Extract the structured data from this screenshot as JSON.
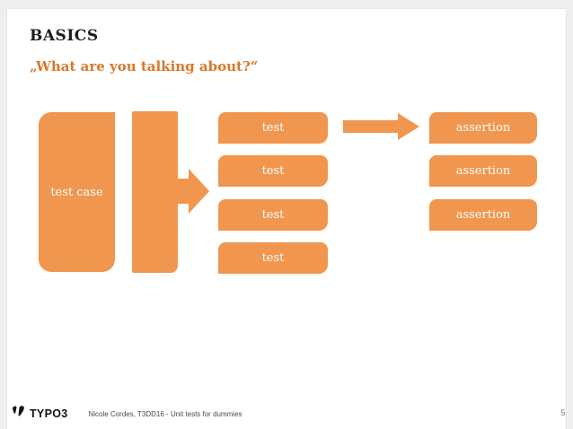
{
  "slide": {
    "title": "BASICS",
    "subtitle": "„What are you talking about?“",
    "page_number": "5"
  },
  "diagram": {
    "test_case_label": "test case",
    "test_labels": [
      "test",
      "test",
      "test",
      "test"
    ],
    "assertion_labels": [
      "assertion",
      "assertion",
      "assertion"
    ]
  },
  "footer": {
    "logo_text": "TYPO3",
    "credit": "Nicole Cordes, T3DD16 - Unit tests for dummies"
  },
  "colors": {
    "accent_orange": "#F0964E",
    "subtitle_orange": "#D9782B",
    "title_dark": "#1D1D1B"
  }
}
